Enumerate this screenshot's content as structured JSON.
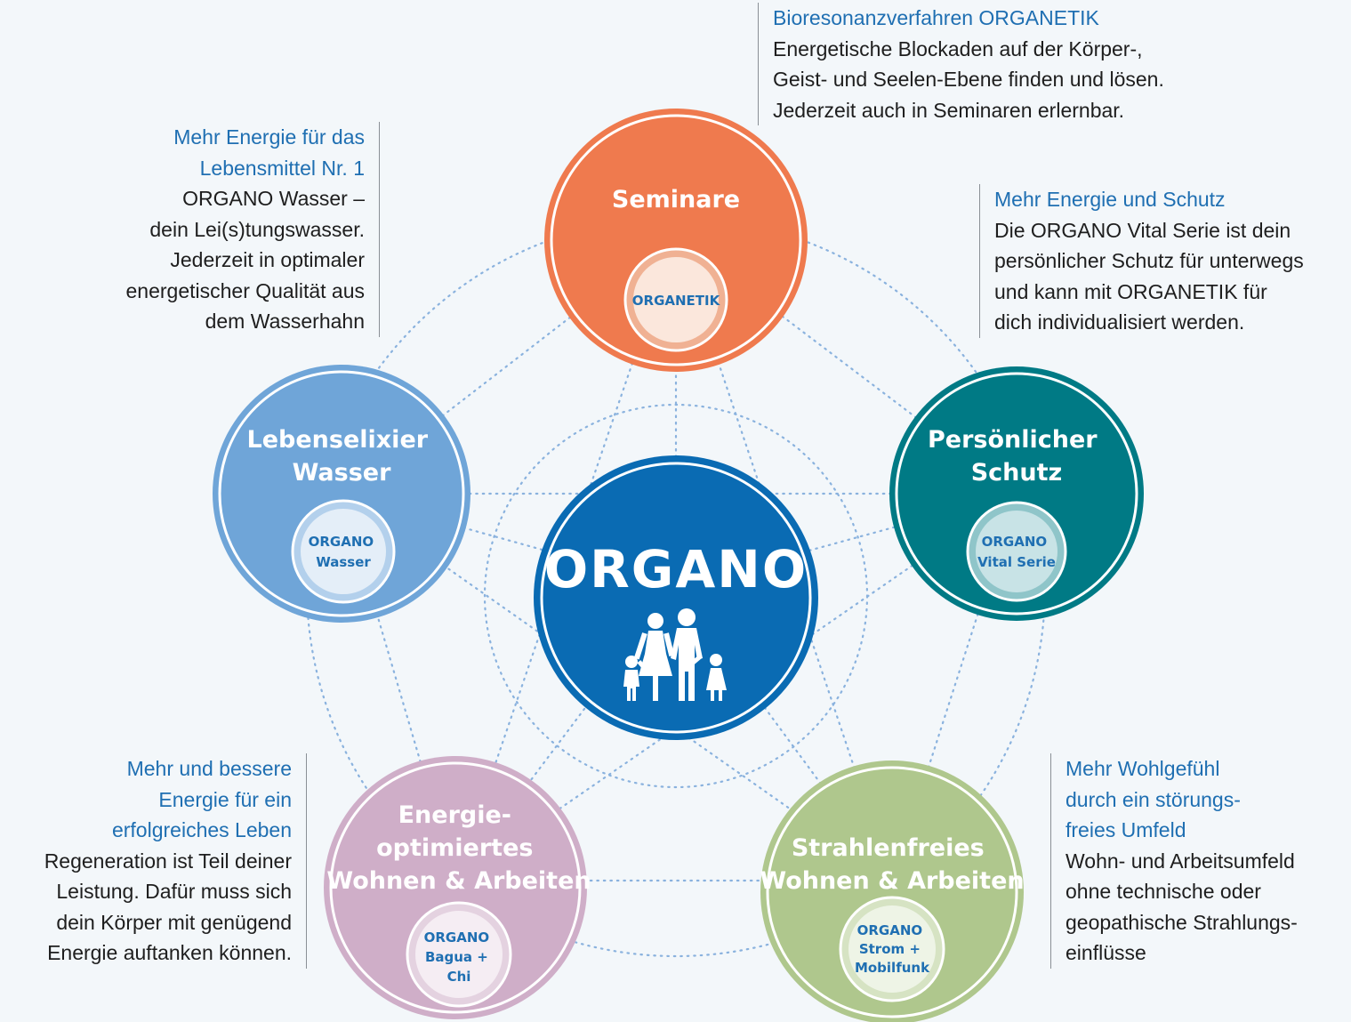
{
  "center": {
    "title": "ORGANO"
  },
  "nodes": {
    "seminare": {
      "title": [
        "Seminare"
      ],
      "inner": [
        "ORGANETIK"
      ],
      "color": "#ef7a4e",
      "ring": "#f0b193",
      "inner_fill": "#fbe7dc"
    },
    "schutz": {
      "title": [
        "Persönlicher",
        "Schutz"
      ],
      "inner": [
        "ORGANO",
        "Vital Serie"
      ],
      "color": "#007a85",
      "ring": "#8fc5c9",
      "inner_fill": "#c8e3e6"
    },
    "strahlen": {
      "title": [
        "Strahlenfreies",
        "Wohnen & Arbeiten"
      ],
      "inner": [
        "ORGANO",
        "Strom +",
        "Mobilfunk"
      ],
      "color": "#afc78d",
      "ring": "#d6e3c3",
      "inner_fill": "#eef4e6"
    },
    "energie": {
      "title": [
        "Energie-",
        "optimiertes",
        "Wohnen & Arbeiten"
      ],
      "inner": [
        "ORGANO",
        "Bagua +",
        "Chi"
      ],
      "color": "#cfaec8",
      "ring": "#e4d2e0",
      "inner_fill": "#f5edf3"
    },
    "wasser": {
      "title": [
        "Lebenselixier",
        "Wasser"
      ],
      "inner": [
        "ORGANO",
        "Wasser"
      ],
      "color": "#6fa5d8",
      "ring": "#b3d0ec",
      "inner_fill": "#e4eef8"
    }
  },
  "notes": {
    "top": {
      "heading": [
        "Bioresonanzverfahren ORGANETIK"
      ],
      "body": [
        "Energetische Blockaden auf der Körper-,",
        "Geist- und Seelen-Ebene finden und lösen.",
        "Jederzeit auch in Seminaren erlernbar."
      ]
    },
    "upper_left": {
      "heading": [
        "Mehr Energie für das",
        "Lebensmittel Nr. 1"
      ],
      "body": [
        "ORGANO Wasser –",
        "dein Lei(s)tungswasser.",
        "Jederzeit in optimaler",
        "energetischer Qualität aus",
        "dem Wasserhahn"
      ]
    },
    "upper_right": {
      "heading": [
        "Mehr Energie und Schutz"
      ],
      "body": [
        "Die ORGANO Vital Serie ist dein",
        "persönlicher Schutz für unterwegs",
        "und kann mit ORGANETIK für",
        "dich individualisiert werden."
      ]
    },
    "lower_left": {
      "heading": [
        "Mehr und bessere",
        "Energie für ein",
        "erfolgreiches Leben"
      ],
      "body": [
        "Regeneration ist Teil deiner",
        "Leistung. Dafür muss sich",
        "dein Körper mit genügend",
        "Energie auftanken können."
      ]
    },
    "lower_right": {
      "heading": [
        "Mehr Wohlgefühl",
        "durch ein störungs-",
        "freies Umfeld"
      ],
      "body": [
        "Wohn- und Arbeitsumfeld",
        "ohne technische oder",
        "geopathische Strahlungs-",
        "einflüsse"
      ]
    }
  },
  "colors": {
    "center": "#0a6bb3",
    "dots": "#8ab2de",
    "note_heading": "#1f6fb2",
    "inner_text": "#1f6fb2"
  }
}
